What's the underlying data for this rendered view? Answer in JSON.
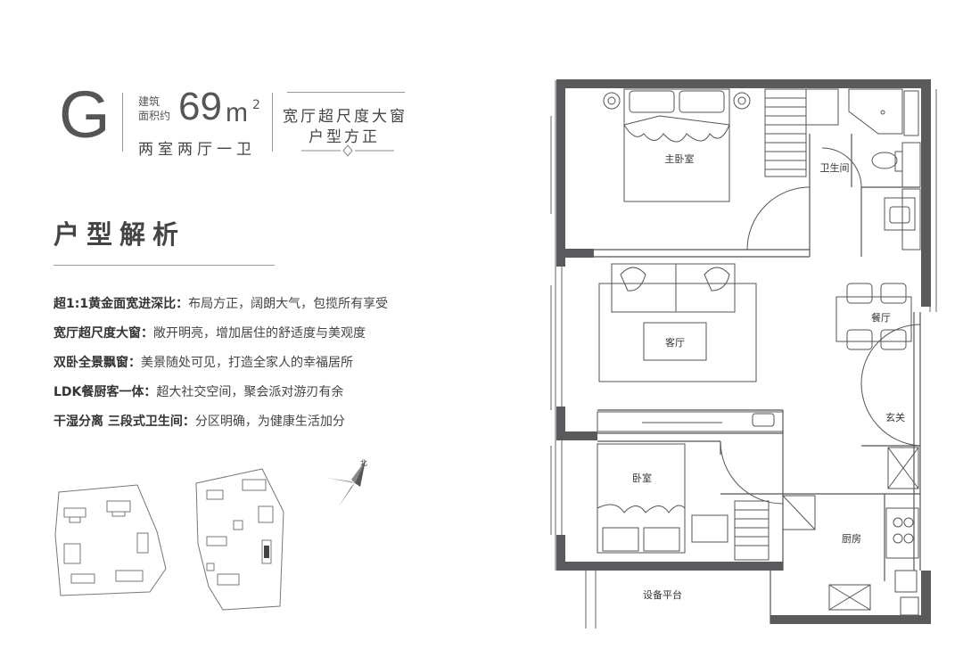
{
  "header": {
    "type_letter": "G",
    "area_caption_line1": "建筑",
    "area_caption_line2": "面积约",
    "area_value": "69",
    "area_unit": "m",
    "area_unit_sup": "2",
    "layout": "两室两厅一卫",
    "slogan_line1": "宽厅超尺度大窗",
    "slogan_line2": "户型方正"
  },
  "section": {
    "title": "户型解析"
  },
  "features": [
    {
      "label": "超1:1黄金面宽进深比：",
      "text": "布局方正，阔朗大气，包揽所有享受"
    },
    {
      "label": "宽厅超尺度大窗：",
      "text": "敞开明亮，增加居住的舒适度与美观度"
    },
    {
      "label": "双卧全景飘窗：",
      "text": "美景随处可见，打造全家人的幸福居所"
    },
    {
      "label": "LDK餐厨客一体：",
      "text": "超大社交空间，聚会派对游刃有余"
    },
    {
      "label": "干湿分离 三段式卫生间：",
      "text": "分区明确，为健康生活加分"
    }
  ],
  "compass": {
    "north_label": "北"
  },
  "floorplan": {
    "rooms": {
      "master_bedroom": "主卧室",
      "bathroom": "卫生间",
      "living_room": "客厅",
      "dining_room": "餐厅",
      "entrance": "玄关",
      "bedroom": "卧室",
      "kitchen": "厨房",
      "equipment_platform": "设备平台"
    }
  },
  "colors": {
    "wall": "#5a5a5c",
    "line": "#555555",
    "text": "#444444"
  }
}
